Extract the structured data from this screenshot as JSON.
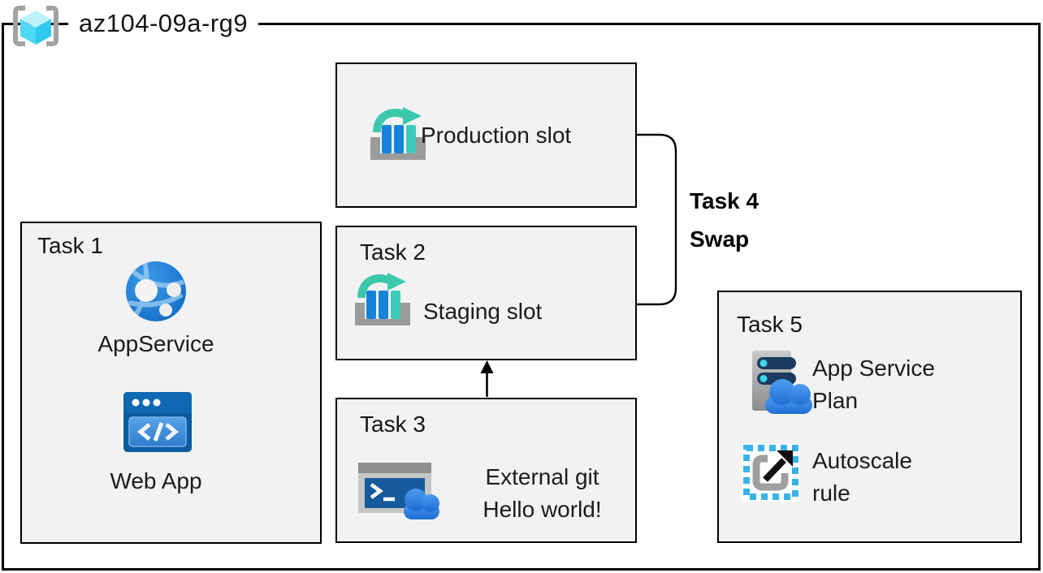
{
  "diagram": {
    "resource_group": {
      "name": "az104-09a-rg9",
      "icon": "resource-group-icon"
    },
    "production_slot": {
      "icon": "deployment-slots-icon",
      "label": "Production slot"
    },
    "task1": {
      "title": "Task 1",
      "items": [
        {
          "icon": "app-service-icon",
          "label": "AppService"
        },
        {
          "icon": "web-app-icon",
          "label": "Web App"
        }
      ]
    },
    "task2": {
      "title": "Task 2",
      "icon": "deployment-slots-icon",
      "label": "Staging slot"
    },
    "task3": {
      "title": "Task 3",
      "icon": "cloud-shell-icon",
      "lines": [
        "External git",
        "Hello world!"
      ]
    },
    "task4": {
      "title": "Task 4",
      "label": "Swap"
    },
    "task5": {
      "title": "Task 5",
      "items": [
        {
          "icon": "app-service-plan-icon",
          "label": "App Service Plan"
        },
        {
          "icon": "autoscale-icon",
          "label": "Autoscale rule"
        }
      ]
    },
    "colors": {
      "box_fill": "#f2f2f2",
      "box_border": "#000000",
      "azure_bar_blue": "#1583da",
      "teal_accent": "#3cc8ad",
      "globe_blue": "#1272c8",
      "cyan_dashed": "#38b3e8",
      "cube_cyan": "#4fd9f4"
    }
  }
}
